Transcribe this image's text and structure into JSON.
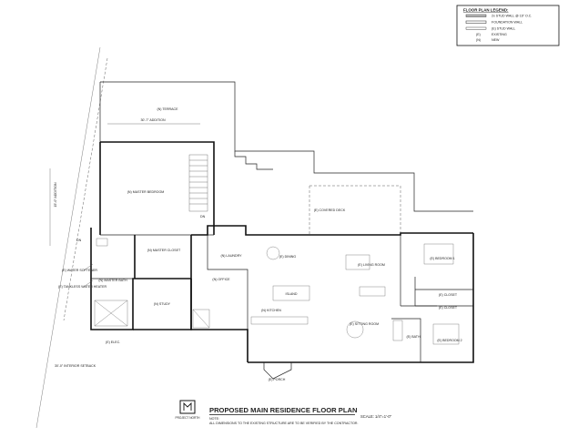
{
  "legend": {
    "title": "FLOOR PLAN LEGEND:",
    "items": [
      {
        "symbol": "thick-wall",
        "label": "2x STUD WALL @ 16\" O.C."
      },
      {
        "symbol": "foundation-wall",
        "label": "FOUNDATION WALL"
      },
      {
        "symbol": "stud-wall",
        "label": "(E) STUD WALL"
      },
      {
        "symbol": "existing-tag",
        "label": "EXISTING"
      },
      {
        "symbol": "new-tag",
        "label": "NEW"
      }
    ]
  },
  "rooms": {
    "terrace": "(N) TERRACE",
    "master_bedroom": "(N) MASTER BEDROOM",
    "master_closet": "(N) MASTER CLOSET",
    "master_bath": "(N) MASTER BATH",
    "study": "(N) STUDY",
    "office": "(N) OFFICE",
    "laundry": "(N) LAUNDRY",
    "dining": "(E) DINING",
    "living_room": "(E) LIVING ROOM",
    "island": "ISLAND",
    "kitchen": "(N) KITCHEN",
    "sitting_room": "(E) SITTING ROOM",
    "bedroom_1": "(E) BEDROOM 1",
    "bedroom_2": "(E) BEDROOM 2",
    "closet_1": "(E) CLOSET",
    "closet_2": "(E) CLOSET",
    "bath": "(E) BATH",
    "covered_deck": "(E) COVERED DECK",
    "porch": "(E) PORCH"
  },
  "annotations": {
    "addition_width": "30'-7\" ADDITION",
    "addition_depth": "15'-0\" ADDITION",
    "dn": "DN",
    "water_softener": "(E) WATER SOFTENER",
    "water_heater": "(E) TANKLESS WATER HEATER",
    "setback": "30'-0\" INTERIOR SETBACK",
    "elec": "(E) ELEC."
  },
  "title_block": {
    "logo_text": "PROJECT NORTH",
    "title": "PROPOSED MAIN RESIDENCE FLOOR PLAN",
    "scale_label": "SCALE:",
    "scale_value": "1/4\"=1'-0\"",
    "note_label": "NOTE:",
    "note_text": "ALL DIMENSIONS TO THE EXISTING STRUCTURE ARE TO BE VERIFIED BY THE CONTRACTOR."
  }
}
